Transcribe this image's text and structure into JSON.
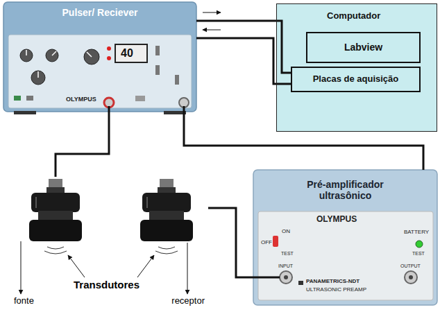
{
  "diagram": {
    "nodes": [
      {
        "text": [
          "Pulser/ Reciever"
        ]
      },
      {
        "text": [
          "Computador"
        ]
      },
      {
        "text": [
          "Labview"
        ],
        "in": 1
      },
      {
        "text": [
          "Placas de aquisição"
        ],
        "in": 1
      },
      {
        "text": [
          "Pré-amplificador ultrasônico"
        ]
      },
      {
        "text": [
          "fonte"
        ]
      },
      {
        "text": [
          "receptor"
        ]
      }
    ],
    "edges": [
      {
        "from": 0,
        "to": 3,
        "arrow": "none"
      },
      {
        "from": 3,
        "to": 0,
        "arrow": "none"
      },
      {
        "from": 0,
        "to": 5,
        "arrow": "none"
      },
      {
        "from": 6,
        "to": 4,
        "arrow": "none"
      },
      {
        "from": 4,
        "to": 0,
        "arrow": "none"
      }
    ],
    "labels": [
      "OLYMPUS",
      "40",
      "Transdutores",
      "OLYMPUS",
      "ON",
      "OFF",
      "TEST",
      "BATTERY",
      "TEST",
      "INPUT",
      "OUTPUT",
      "PANAMETRICS-NDT",
      "ULTRASONIC PREAMP"
    ]
  }
}
